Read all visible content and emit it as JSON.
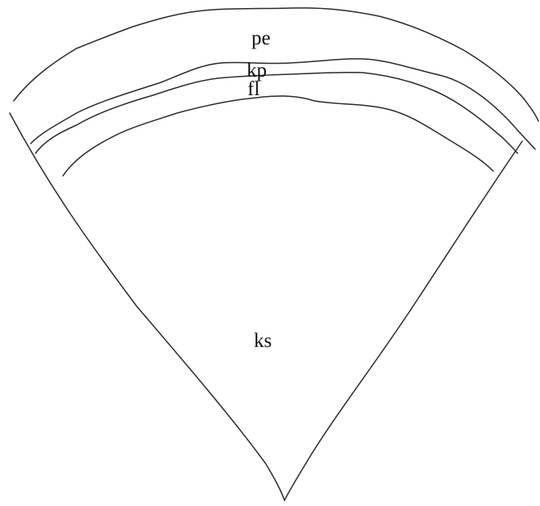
{
  "diagram": {
    "labels": {
      "pe": "pe",
      "kp": "kp",
      "fl": "fl",
      "ks": "ks"
    },
    "line_color": "#2a2a2a",
    "background": "#ffffff"
  }
}
